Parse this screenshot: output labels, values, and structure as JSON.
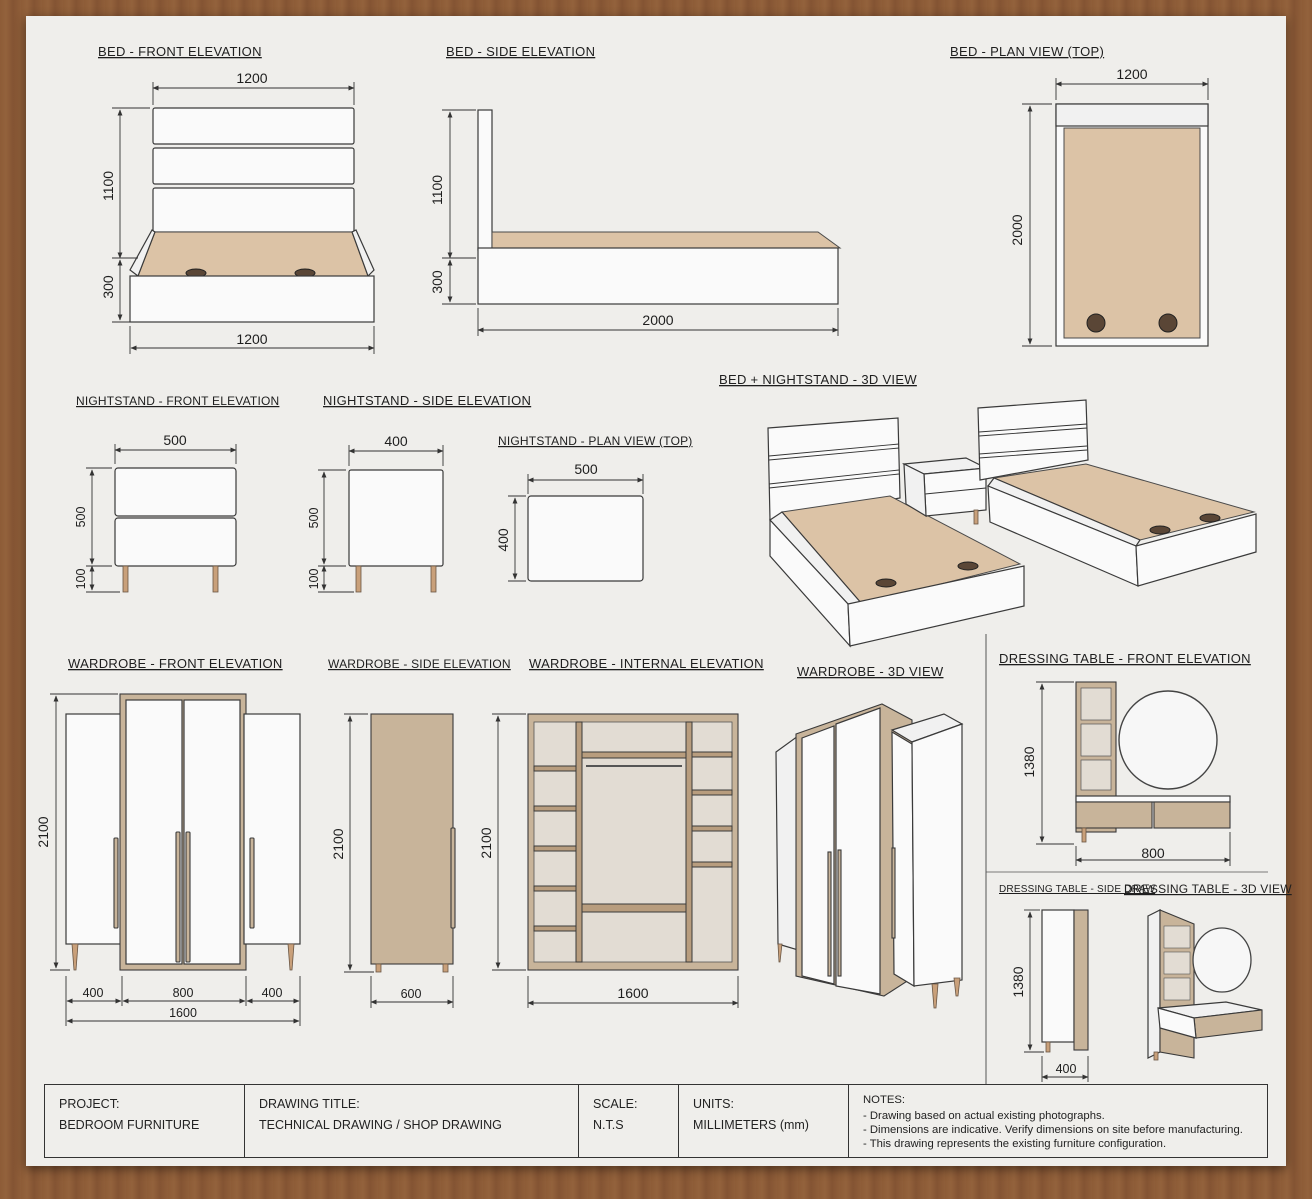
{
  "sections": {
    "bed_front": {
      "title": "BED - FRONT ELEVATION",
      "w_top": "1200",
      "w_bottom": "1200",
      "h_head": "1100",
      "h_base": "300"
    },
    "bed_side": {
      "title": "BED - SIDE ELEVATION",
      "length": "2000",
      "h_head": "1100",
      "h_base": "300"
    },
    "bed_plan": {
      "title": "BED - PLAN VIEW (TOP)",
      "width": "1200",
      "length": "2000"
    },
    "ns_front": {
      "title": "NIGHTSTAND - FRONT ELEVATION",
      "width": "500",
      "h_body": "500",
      "h_leg": "100"
    },
    "ns_side": {
      "title": "NIGHTSTAND - SIDE ELEVATION",
      "depth": "400",
      "h_body": "500",
      "h_leg": "100"
    },
    "ns_plan": {
      "title": "NIGHTSTAND - PLAN VIEW (TOP)",
      "width": "500",
      "depth": "400"
    },
    "bed_3d": {
      "title": "BED + NIGHTSTAND - 3D VIEW"
    },
    "wd_front": {
      "title": "WARDROBE - FRONT ELEVATION",
      "height": "2100",
      "w_left": "400",
      "w_mid": "800",
      "w_right": "400",
      "w_total": "1600"
    },
    "wd_side": {
      "title": "WARDROBE - SIDE ELEVATION",
      "height": "2100",
      "depth": "600"
    },
    "wd_internal": {
      "title": "WARDROBE - INTERNAL ELEVATION",
      "height": "2100",
      "width": "1600"
    },
    "wd_3d": {
      "title": "WARDROBE - 3D VIEW"
    },
    "dt_front": {
      "title": "DRESSING TABLE - FRONT ELEVATION",
      "height": "1380",
      "width": "800"
    },
    "dt_side": {
      "title": "DRESSING TABLE - SIDE DRAW",
      "height": "1380",
      "depth": "400"
    },
    "dt_3d": {
      "title": "DRESSING TABLE - 3D VIEW"
    }
  },
  "title_block": {
    "project_label": "PROJECT:",
    "project_value": "BEDROOM FURNITURE",
    "drawing_label": "DRAWING TITLE:",
    "drawing_value": "TECHNICAL DRAWING / SHOP DRAWING",
    "scale_label": "SCALE:",
    "scale_value": "N.T.S",
    "units_label": "UNITS:",
    "units_value": "MILLIMETERS (mm)",
    "notes_label": "NOTES:",
    "notes": [
      "- Drawing based on actual existing photographs.",
      "- Dimensions are indicative. Verify dimensions on site before manufacturing.",
      "- This drawing represents the existing furniture configuration."
    ]
  },
  "colors": {
    "paper": "#efeeeb",
    "white_panel": "#fafafa",
    "oak": "#c8b49a",
    "plywood": "#dcc3a6",
    "line": "#333333"
  }
}
